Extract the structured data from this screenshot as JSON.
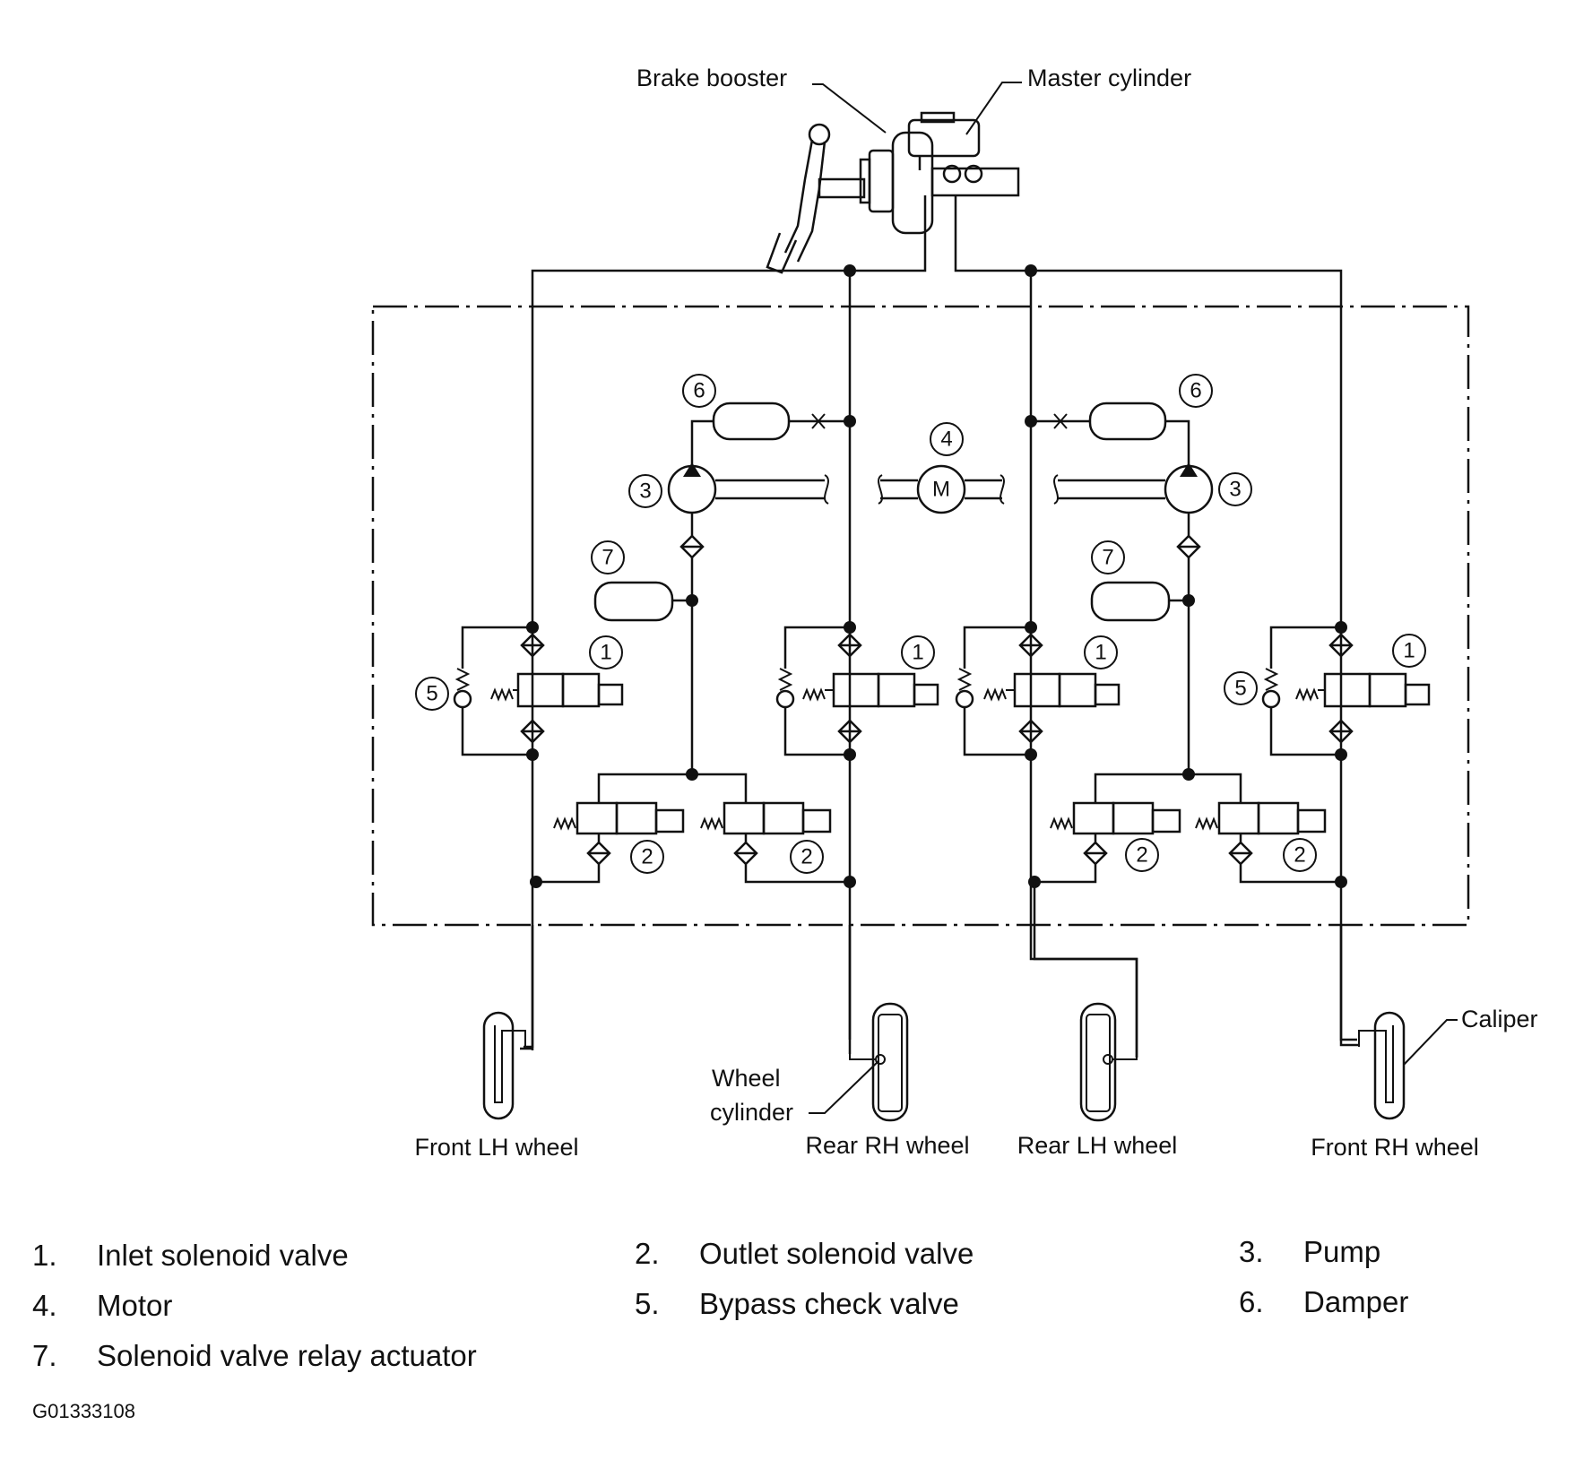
{
  "diagram": {
    "labels": {
      "brake_booster": "Brake booster",
      "master_cylinder": "Master cylinder",
      "caliper": "Caliper",
      "wheel_cylinder_line1": "Wheel",
      "wheel_cylinder_line2": "cylinder",
      "motor_symbol": "M"
    },
    "wheels": [
      {
        "label": "Front LH wheel"
      },
      {
        "label": "Rear RH wheel"
      },
      {
        "label": "Rear LH wheel"
      },
      {
        "label": "Front RH wheel"
      }
    ],
    "callouts": [
      "1",
      "2",
      "3",
      "4",
      "5",
      "6",
      "7"
    ]
  },
  "legend": [
    {
      "num": "1.",
      "text": "Inlet solenoid valve"
    },
    {
      "num": "2.",
      "text": "Outlet solenoid valve"
    },
    {
      "num": "3.",
      "text": "Pump"
    },
    {
      "num": "4.",
      "text": "Motor"
    },
    {
      "num": "5.",
      "text": "Bypass check valve"
    },
    {
      "num": "6.",
      "text": "Damper"
    },
    {
      "num": "7.",
      "text": "Solenoid valve relay actuator"
    }
  ],
  "figure_code": "G01333108"
}
